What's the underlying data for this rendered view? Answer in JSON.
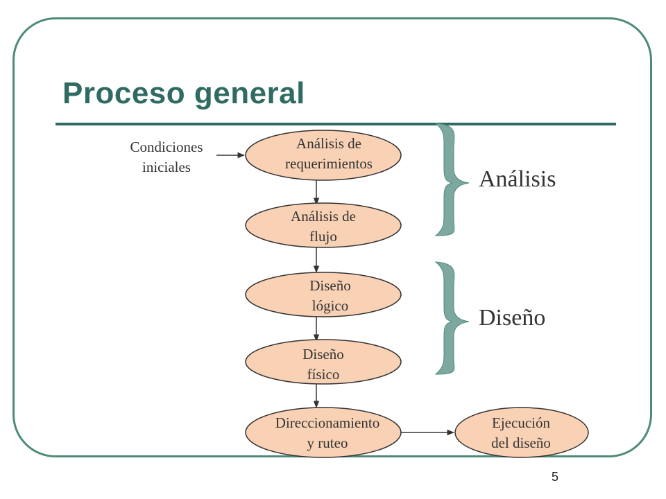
{
  "slide": {
    "title": "Proceso general",
    "page_number": "5"
  },
  "colors": {
    "frame": "#4e8a78",
    "title": "#2f6b63",
    "node_fill": "#f9d2b5",
    "brace": "#7da8a1"
  },
  "input": {
    "line1": "Condiciones",
    "line2": "iniciales"
  },
  "nodes": {
    "req": {
      "line1": "Análisis de",
      "line2": "requerimientos"
    },
    "flujo": {
      "line1": "Análisis de",
      "line2": "flujo"
    },
    "logico": {
      "line1": "Diseño",
      "line2": "lógico"
    },
    "fisico": {
      "line1": "Diseño",
      "line2": "físico"
    },
    "ruteo": {
      "line1": "Direccionamiento",
      "line2": "y ruteo"
    },
    "ejecucion": {
      "line1": "Ejecución",
      "line2": "del diseño"
    }
  },
  "groups": {
    "analisis": "Análisis",
    "diseno": "Diseño"
  }
}
